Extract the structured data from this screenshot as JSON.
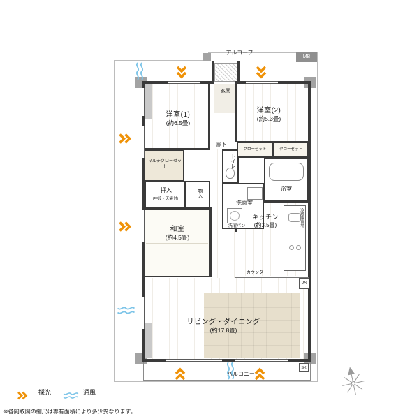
{
  "legend": {
    "daylight_label": "採光",
    "ventilation_label": "通風"
  },
  "footnote": "※各間取図の縮尺は専有面積により多少異なります。",
  "colors": {
    "daylight": "#ef9208",
    "ventilation": "#7cc4e8",
    "wall": "#3a3a3a",
    "compass": "#9a9a9a"
  },
  "rooms": {
    "western1": {
      "name": "洋室(1)",
      "size": "(約6.5畳)"
    },
    "western2": {
      "name": "洋室(2)",
      "size": "(約5.3畳)"
    },
    "japanese": {
      "name": "和室",
      "size": "(約4.5畳)"
    },
    "living": {
      "name": "リビング・ダイニング",
      "size": "(約17.8畳)"
    },
    "kitchen": {
      "name": "キッチン",
      "size": "(約3.5畳)"
    }
  },
  "labels": {
    "alcove": "アルコーブ",
    "mb": "MB",
    "entrance": "玄関",
    "hallway": "廊下",
    "toilet": "トイレ",
    "bath": "浴室",
    "washroom": "洗面室",
    "laundry": "洗濯パン",
    "closet1": "クローゼット",
    "closet2": "クローゼット",
    "multi_closet": "マルチクローゼット",
    "oshiire": "押入",
    "oshiire_note": "(中段・天袋付)",
    "storage": "物入",
    "fridge": "冷蔵庫置場",
    "counter": "カウンター",
    "ps": "PS",
    "sk": "SK",
    "balcony": "バルコニー"
  }
}
